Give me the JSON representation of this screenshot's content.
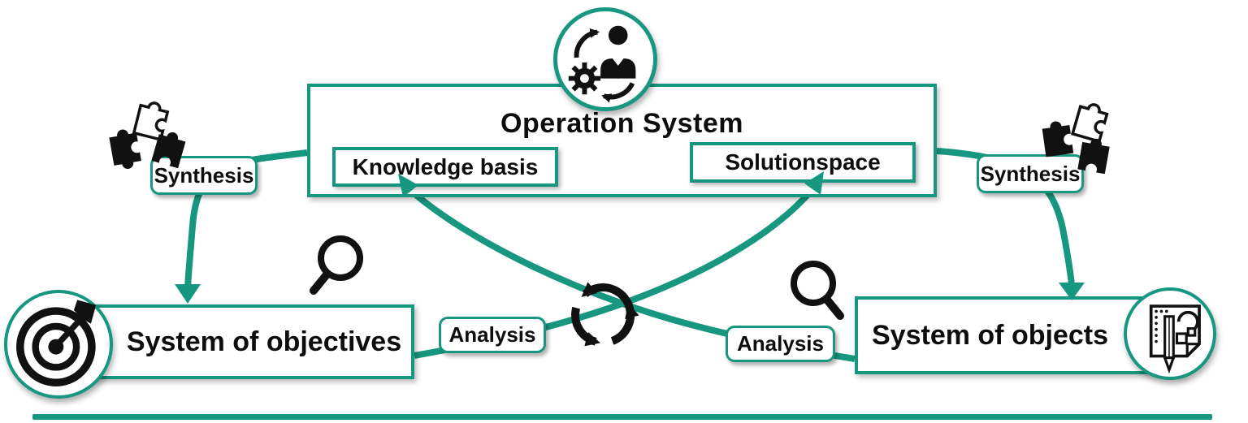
{
  "colors": {
    "teal": "#17977f",
    "ink": "#111111"
  },
  "operation_system": {
    "title": "Operation System",
    "knowledge_basis": "Knowledge basis",
    "solutionspace": "Solutionspace"
  },
  "connectors": {
    "synthesis_left": "Synthesis",
    "synthesis_right": "Synthesis",
    "analysis_left": "Analysis",
    "analysis_right": "Analysis"
  },
  "systems": {
    "objectives": "System of objectives",
    "objects": "System of objects"
  },
  "icons": {
    "top_center": "human-gear-cycle-icon",
    "left_of_synthesis": "puzzle-pieces-icon",
    "right_of_synthesis": "puzzle-pieces-icon",
    "above_objectives": "magnifier-icon",
    "above_objects": "magnifier-icon",
    "center": "cycle-arrows-icon",
    "objectives_badge": "target-icon",
    "objects_badge": "sketch-design-icon"
  }
}
